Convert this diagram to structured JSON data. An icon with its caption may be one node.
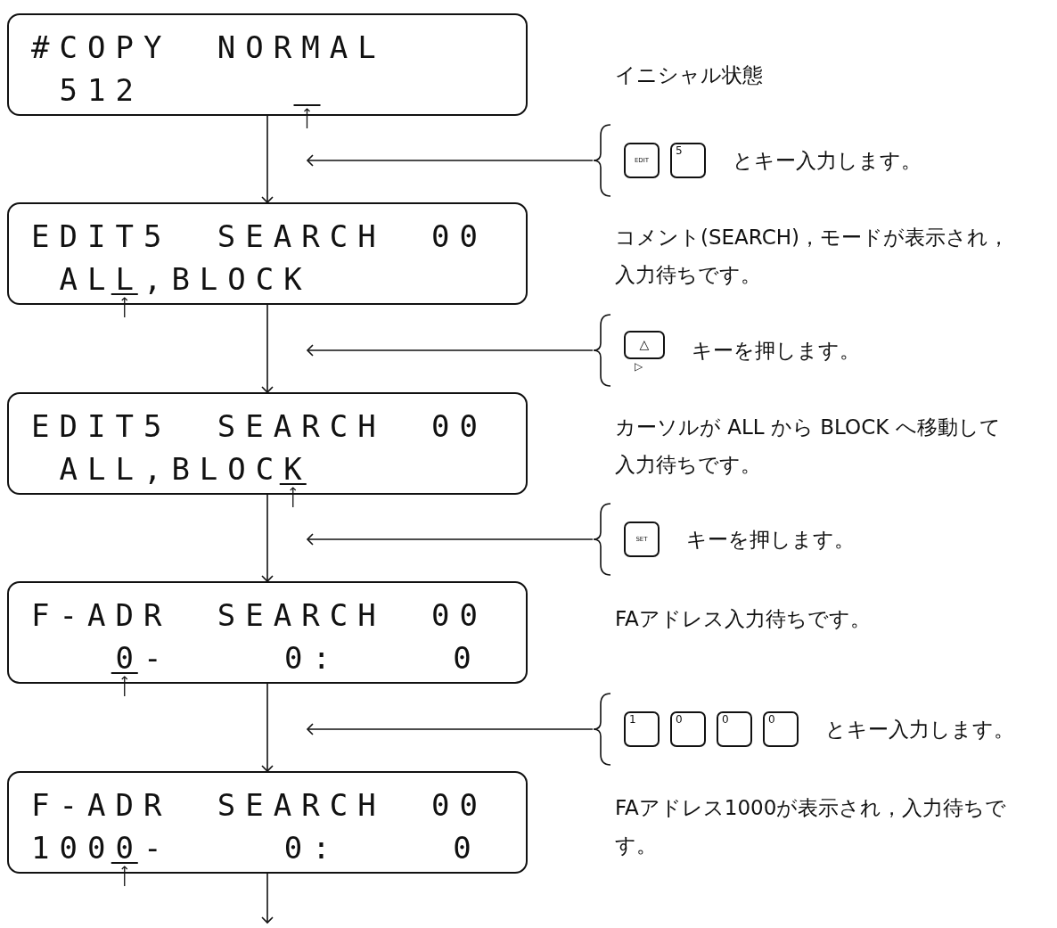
{
  "diagram": {
    "nodes": [
      {
        "text": [
          "#COPY NORMAL",
          "512"
        ]
      },
      {
        "text": [
          "とキー入力します。"
        ]
      },
      {
        "text": [
          "EDIT"
        ],
        "in": 1
      },
      {
        "text": [
          "5"
        ],
        "in": 1
      },
      {
        "text": [
          "EDIT5 SEARCH 00",
          "ALL,BLOCK"
        ]
      },
      {
        "text": [
          "キーを押します。"
        ]
      },
      {
        "text": [
          "△"
        ],
        "in": 5,
        "beside": [
          "▷"
        ]
      },
      {
        "text": [
          "EDIT5 SEARCH 00",
          "ALL,BLOCK"
        ]
      },
      {
        "text": [
          "キーを押します。"
        ]
      },
      {
        "text": [
          "SET"
        ],
        "in": 8
      },
      {
        "text": [
          "F-ADR SEARCH 00",
          "0- 0: 0"
        ]
      },
      {
        "text": [
          "とキー入力します。"
        ]
      },
      {
        "text": [
          "1"
        ],
        "in": 11
      },
      {
        "text": [
          "0"
        ],
        "in": 11
      },
      {
        "text": [
          "0"
        ],
        "in": 11
      },
      {
        "text": [
          "0"
        ],
        "in": 11
      },
      {
        "text": [
          "F-ADR SEARCH 00",
          "1000- 0: 0"
        ]
      }
    ],
    "labels": [
      "イニシャル状態",
      "コメント(SEARCH)，モードが表示され，入力待ちです。",
      "カーソルが ALL から BLOCK へ移動して入力待ちです。",
      "FAアドレス入力待ちです。",
      "FAアドレス1000が表示され，入力待ちです。"
    ],
    "edges": [
      {
        "from": 0,
        "to": 4,
        "arrow": "to"
      },
      {
        "from": 4,
        "to": 7,
        "arrow": "to"
      },
      {
        "from": 7,
        "to": 10,
        "arrow": "to"
      },
      {
        "from": 10,
        "to": 16,
        "arrow": "to"
      },
      {
        "from": 16,
        "to": null,
        "arrow": "to"
      },
      {
        "from": 1,
        "to": null,
        "arrow": "to"
      },
      {
        "from": 5,
        "to": null,
        "arrow": "to"
      },
      {
        "from": 8,
        "to": null,
        "arrow": "to"
      },
      {
        "from": 11,
        "to": null,
        "arrow": "to"
      }
    ]
  }
}
